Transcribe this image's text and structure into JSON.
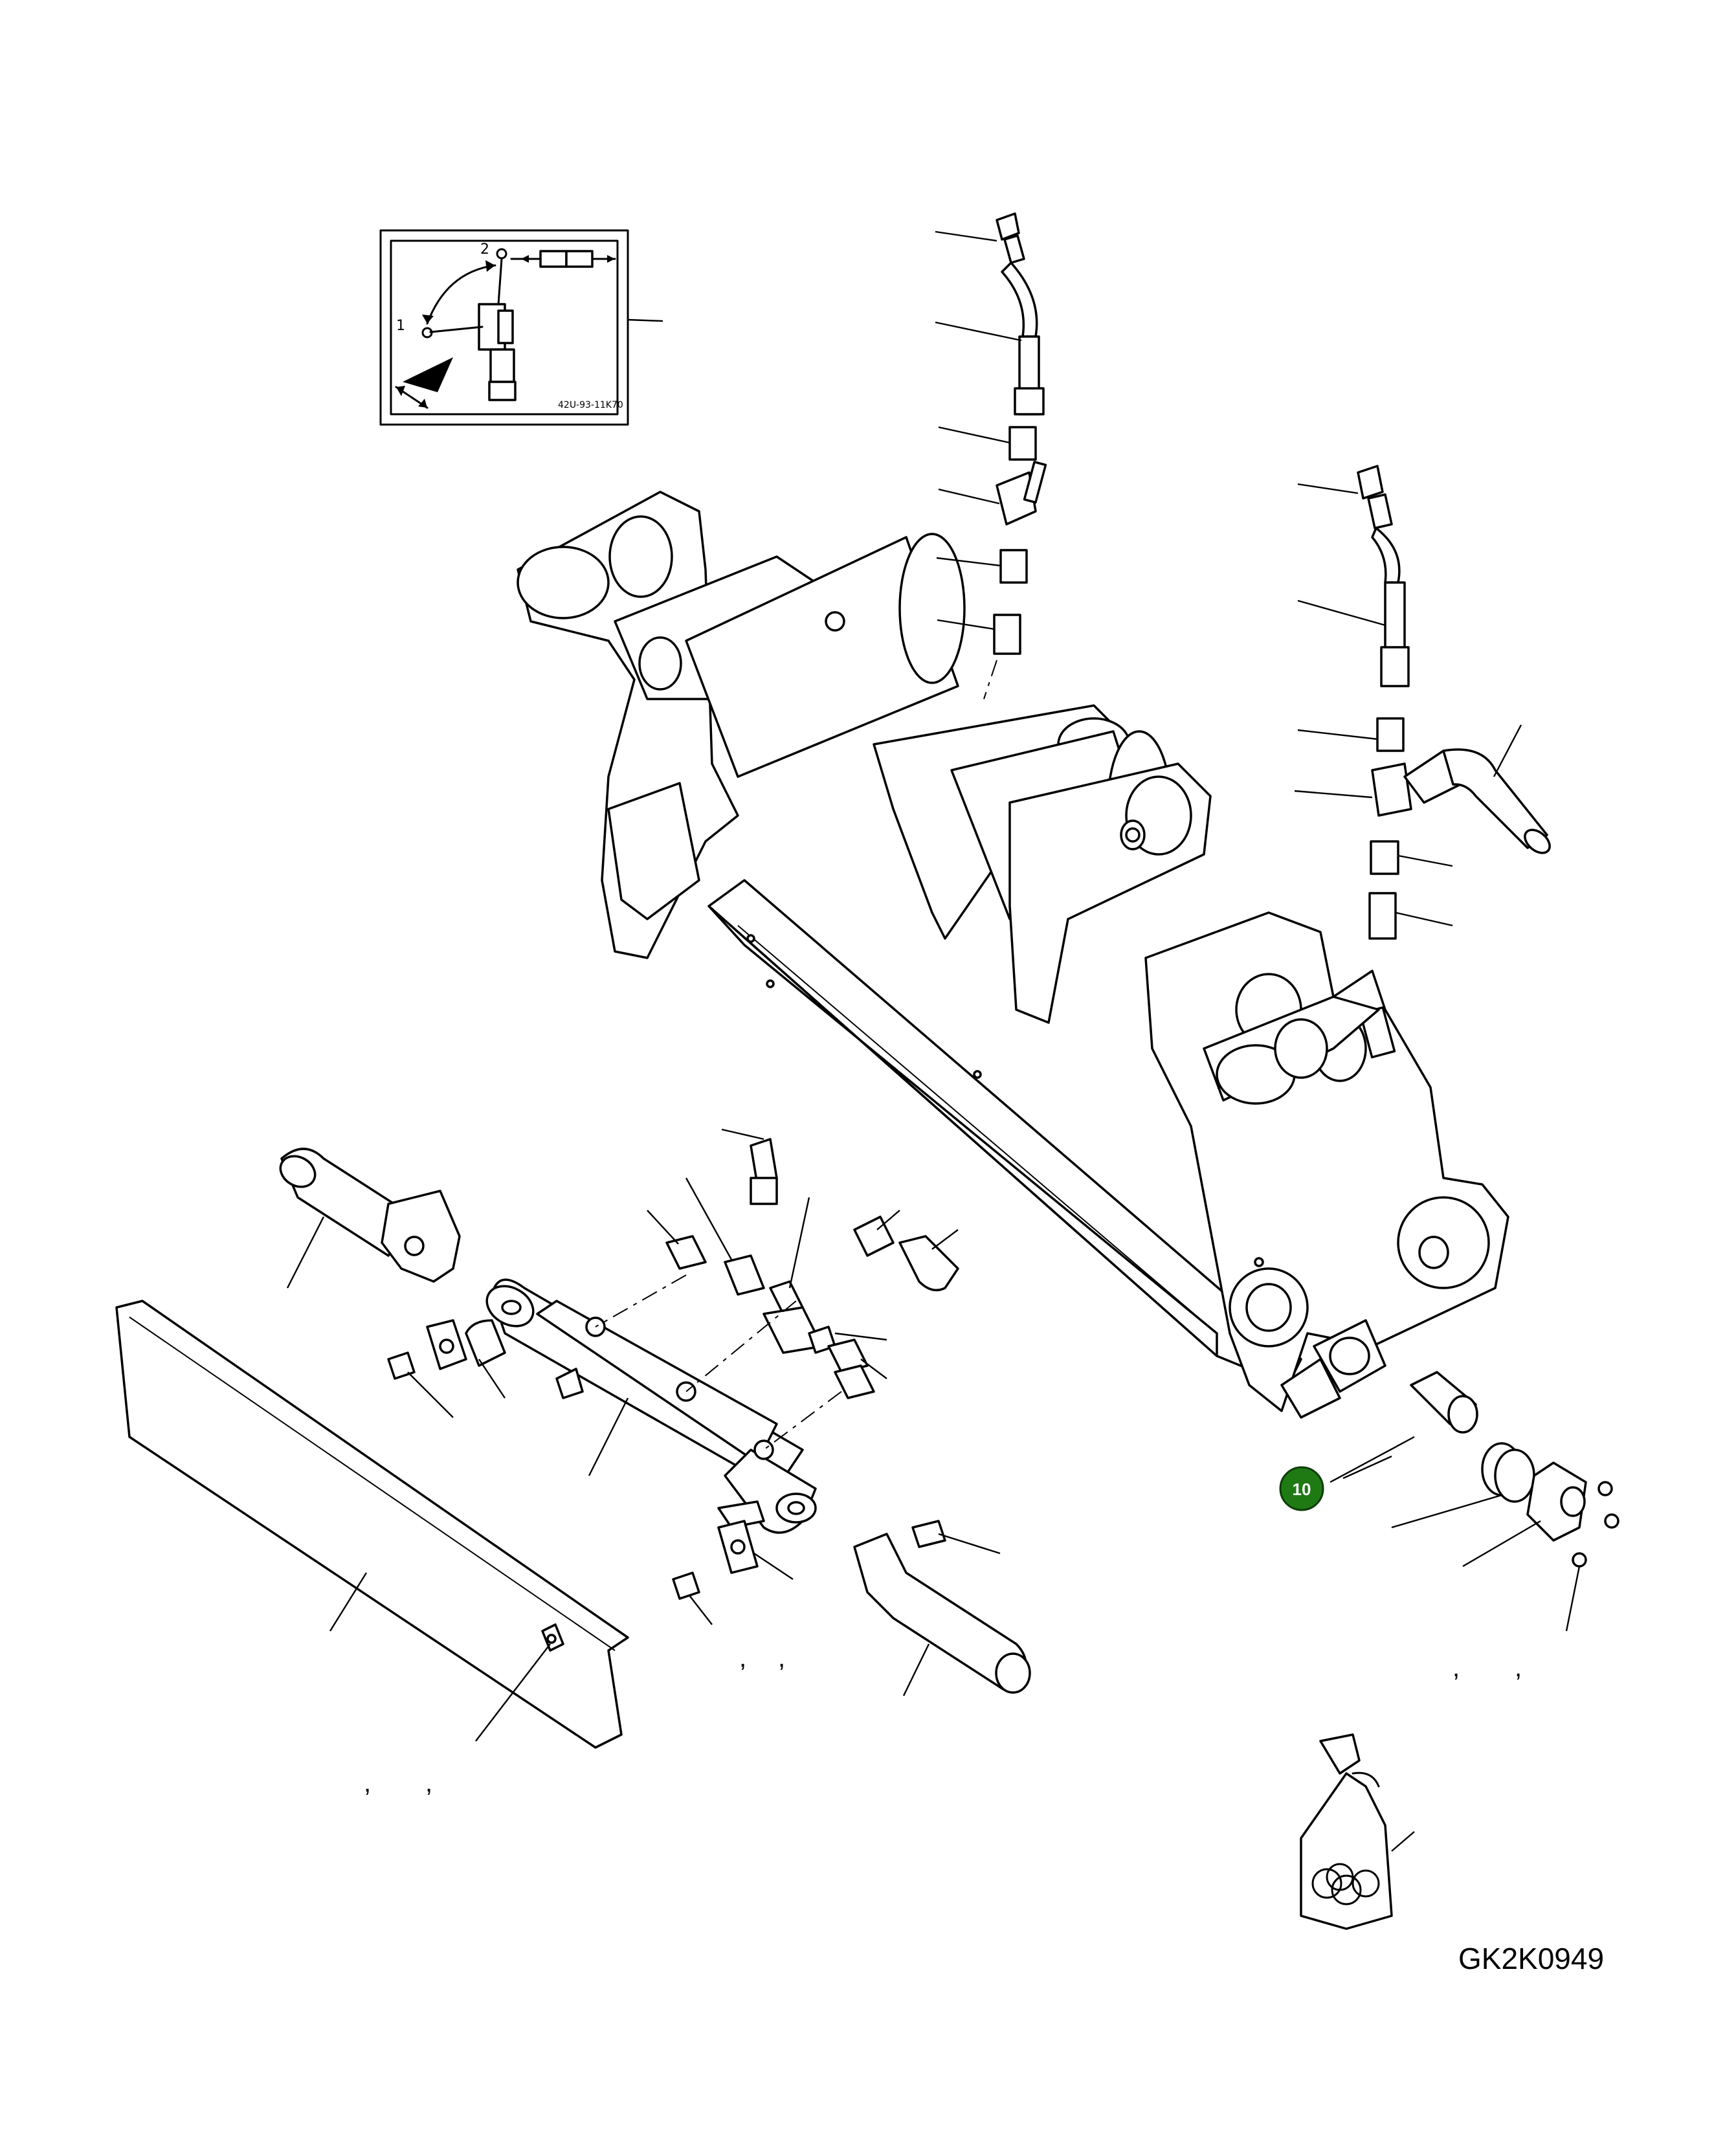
{
  "drawing": {
    "id": "GK2K0949",
    "highlighted_callout": {
      "number": "10",
      "color": "#1f7a14"
    },
    "inset": {
      "position_labels": [
        "1",
        "2"
      ],
      "decal_code": "42U-93-11K70"
    },
    "separators": ",",
    "line_color": "#000000",
    "background_color": "#ffffff"
  }
}
